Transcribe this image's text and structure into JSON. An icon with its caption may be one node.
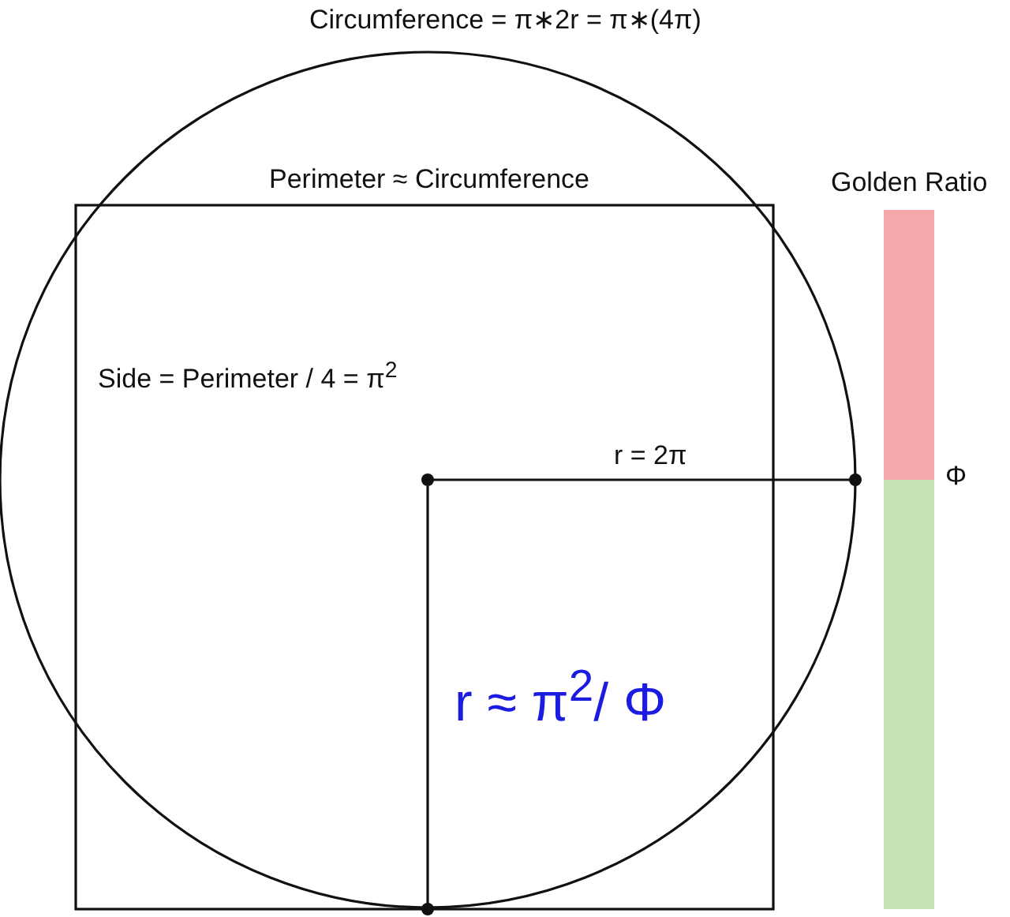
{
  "diagram": {
    "labels": [
      "Circumference = π∗2r = π∗(4π)",
      "Perimeter ≈ Circumference",
      "Golden Ratio",
      "Side = Perimeter / 4 = π$^{2}$",
      "r = 2π",
      "Φ",
      "r ≈ π$^{2}$/ Φ"
    ]
  }
}
